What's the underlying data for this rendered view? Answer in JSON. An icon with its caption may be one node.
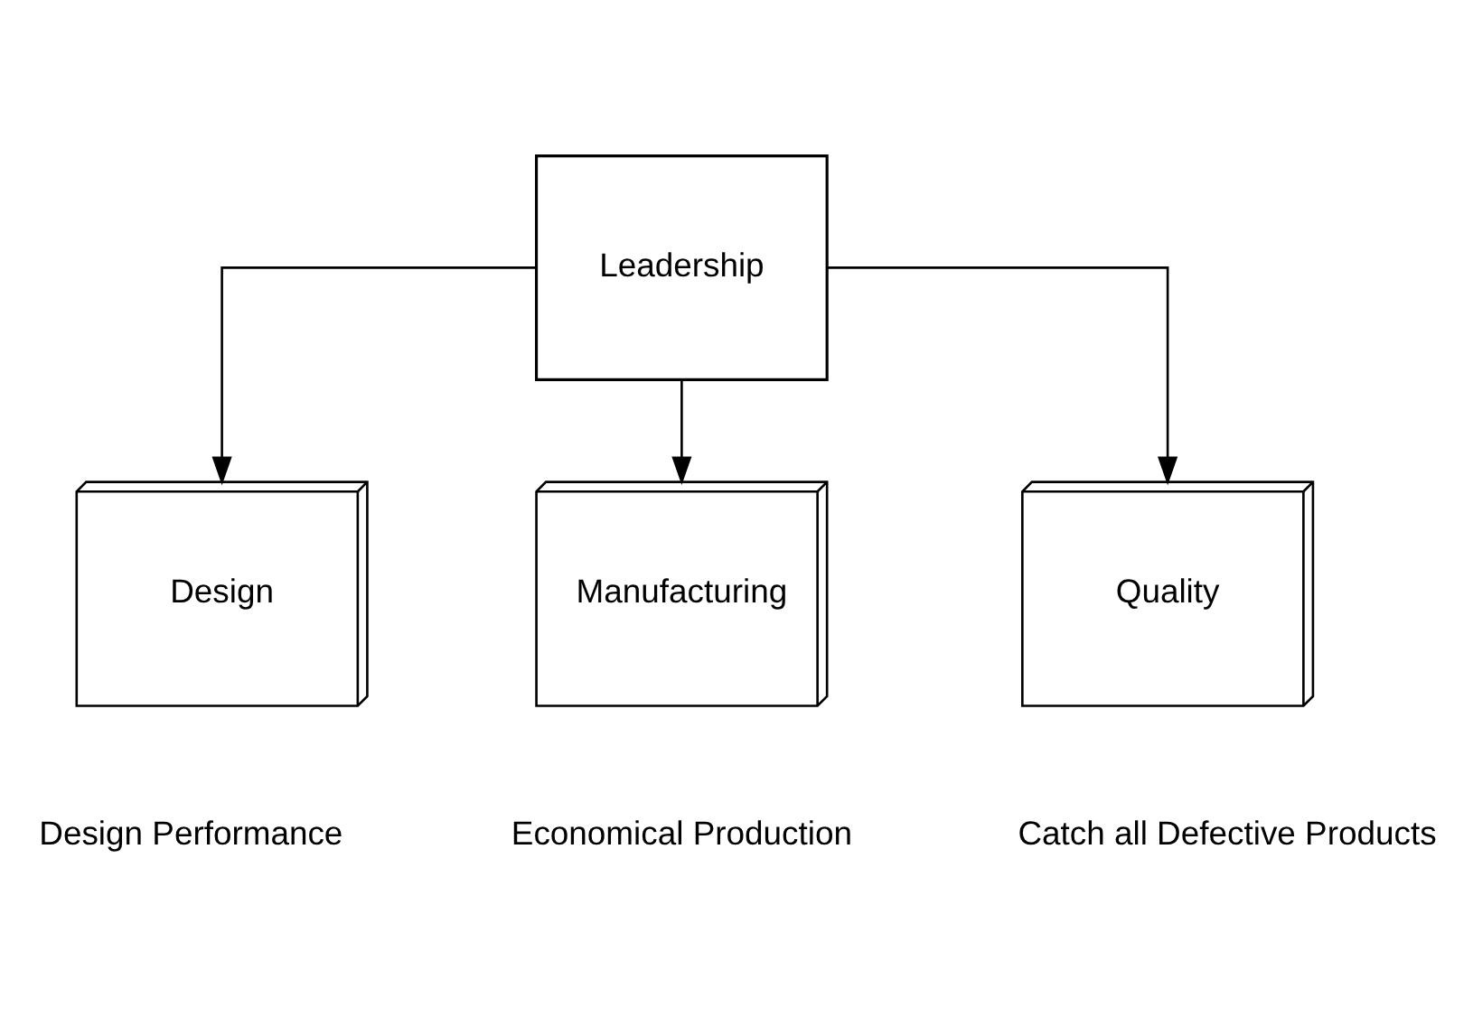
{
  "diagram": {
    "nodes": [
      {
        "text": [
          "Leadership"
        ]
      },
      {
        "text": [
          "Design"
        ],
        "beside": [
          "Design Performance"
        ]
      },
      {
        "text": [
          "Manufacturing"
        ],
        "beside": [
          "Economical Production"
        ]
      },
      {
        "text": [
          "Quality"
        ],
        "beside": [
          "Catch all Defective Products"
        ]
      }
    ],
    "edges": [
      {
        "from": 0,
        "to": 1,
        "arrow": "to"
      },
      {
        "from": 0,
        "to": 2,
        "arrow": "to"
      },
      {
        "from": 0,
        "to": 3,
        "arrow": "to"
      }
    ]
  }
}
